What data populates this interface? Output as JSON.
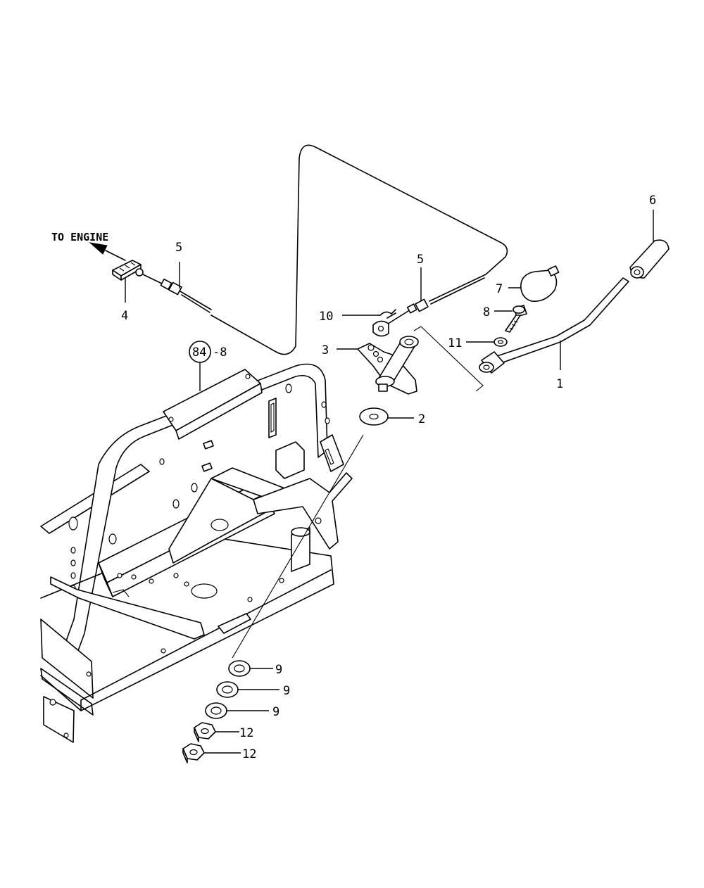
{
  "diagram": {
    "note": "TO ENGINE",
    "reference": {
      "circled": "84",
      "suffix": "-8"
    },
    "labels": {
      "p1": "1",
      "p2": "2",
      "p3": "3",
      "p4": "4",
      "p5a": "5",
      "p5b": "5",
      "p6": "6",
      "p7": "7",
      "p8": "8",
      "p9a": "9",
      "p9b": "9",
      "p9c": "9",
      "p10": "10",
      "p11": "11",
      "p12a": "12",
      "p12b": "12"
    }
  }
}
